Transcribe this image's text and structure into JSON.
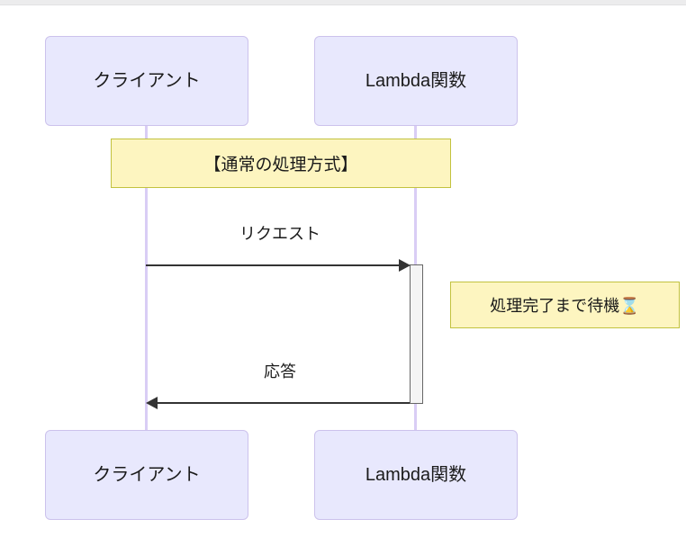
{
  "diagram": {
    "type": "sequence-diagram",
    "background": "#ffffff",
    "colors": {
      "participant_fill": "#e8e8fd",
      "participant_border": "#ccc2ec",
      "lifeline": "#d9cdf5",
      "note_fill": "#fdf5c0",
      "note_border": "#c2c23f",
      "arrow": "#333333",
      "activation_fill": "#f4f4f4",
      "activation_border": "#666666",
      "text": "#1a1a1a"
    },
    "participants": [
      {
        "id": "client",
        "label": "クライアント"
      },
      {
        "id": "lambda",
        "label": "Lambda関数"
      }
    ],
    "participants_bottom": [
      {
        "id": "client",
        "label": "クライアント"
      },
      {
        "id": "lambda",
        "label": "Lambda関数"
      }
    ],
    "banner": {
      "label": "【通常の処理方式】"
    },
    "messages": [
      {
        "id": "request",
        "label": "リクエスト",
        "from": "client",
        "to": "lambda",
        "direction": "right"
      },
      {
        "id": "response",
        "label": "応答",
        "from": "lambda",
        "to": "client",
        "direction": "left"
      }
    ],
    "notes": [
      {
        "id": "wait-note",
        "label": "処理完了まで待機⌛",
        "side": "right-of-lambda"
      }
    ],
    "activations": [
      {
        "id": "lambda-activation",
        "on": "lambda"
      }
    ]
  }
}
